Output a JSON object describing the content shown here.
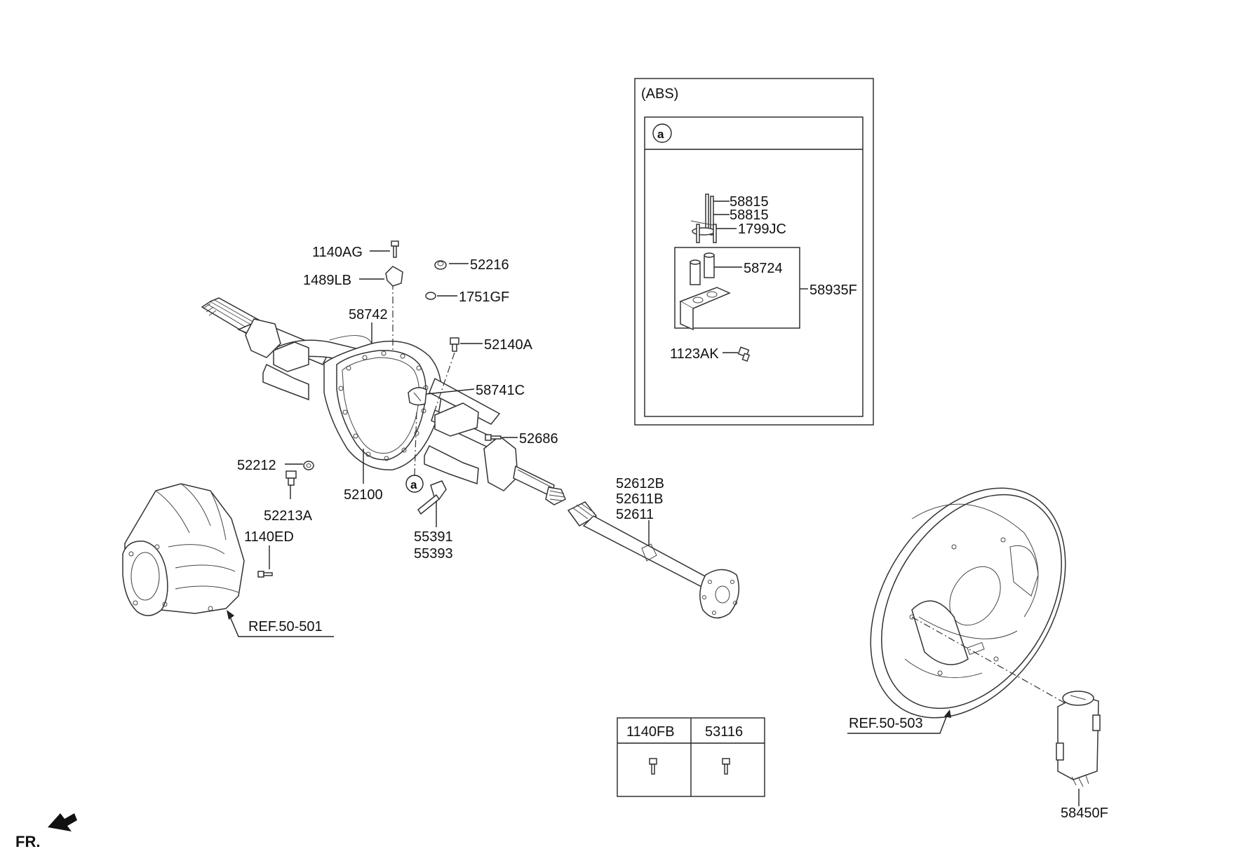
{
  "abs_box": {
    "title": "(ABS)",
    "detail_marker": "a"
  },
  "abs_parts": {
    "p58815a": "58815",
    "p58815b": "58815",
    "p1799jc": "1799JC",
    "p58724": "58724",
    "p58935f": "58935F",
    "p1123ak": "1123AK"
  },
  "axle_parts": {
    "p1140ag": "1140AG",
    "p1489lb": "1489LB",
    "p58742": "58742",
    "p52216": "52216",
    "p1751gf": "1751GF",
    "p52140a": "52140A",
    "p58741c": "58741C",
    "p52686": "52686",
    "p52212": "52212",
    "p52213a": "52213A",
    "p52100": "52100",
    "p1140ed": "1140ED",
    "p55391": "55391",
    "p55393": "55393",
    "p52612b": "52612B",
    "p52611b": "52611B",
    "p52611": "52611",
    "p58450f": "58450F"
  },
  "callout_marker": "a",
  "refs": {
    "ref501": "REF.50-501",
    "ref503": "REF.50-503"
  },
  "fastener_table": {
    "col1": "1140FB",
    "col2": "53116"
  },
  "direction": {
    "label": "FR."
  }
}
